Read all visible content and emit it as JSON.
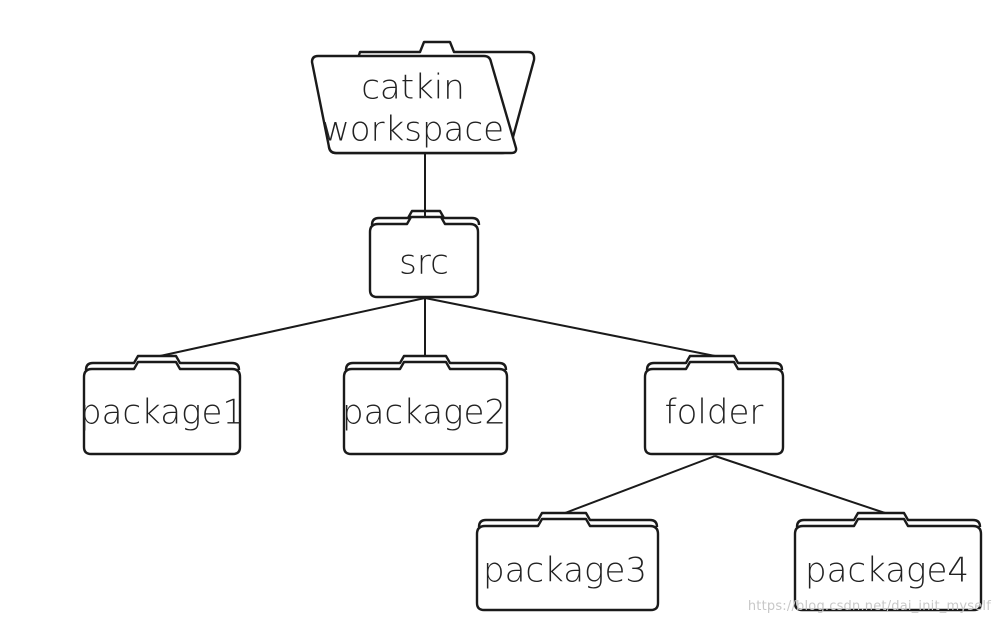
{
  "nodes": {
    "workspace": {
      "line1": "catkin",
      "line2": "workspace"
    },
    "src": {
      "label": "src"
    },
    "package1": {
      "label": "package1"
    },
    "package2": {
      "label": "package2"
    },
    "folder": {
      "label": "folder"
    },
    "package3": {
      "label": "package3"
    },
    "package4": {
      "label": "package4"
    }
  },
  "watermark": "https://blog.csdn.net/dai_init_myself"
}
